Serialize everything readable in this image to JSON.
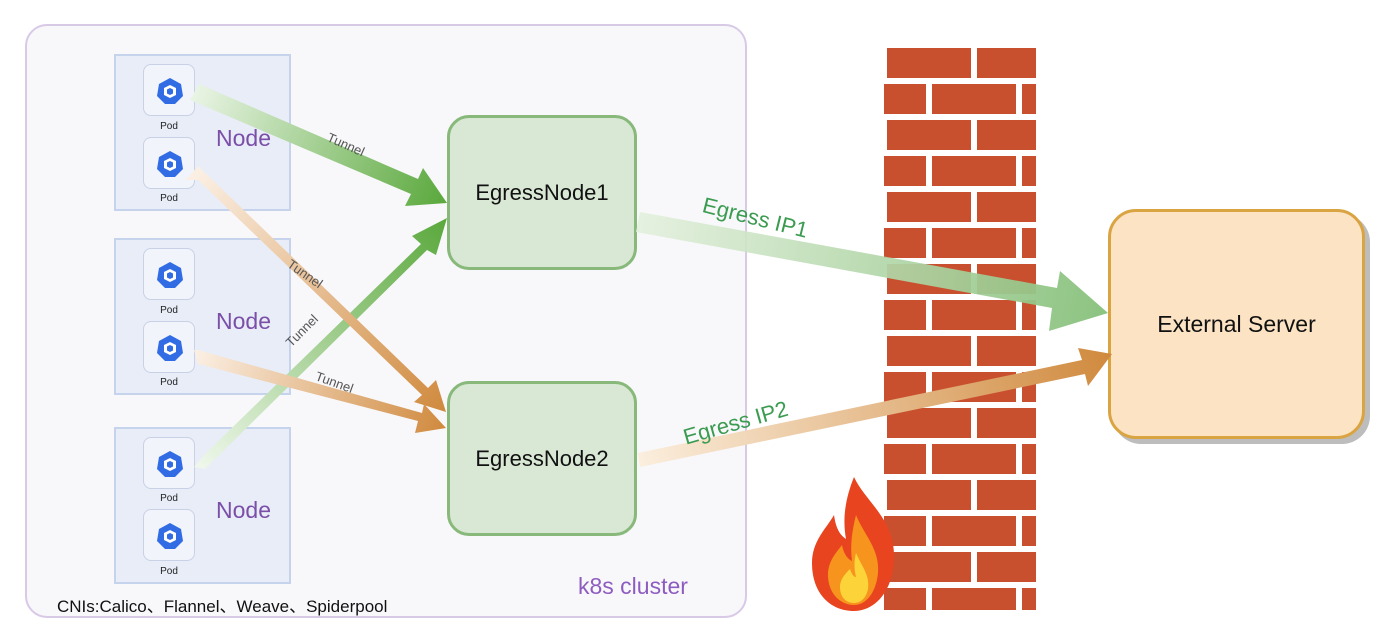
{
  "cluster": {
    "label": "k8s cluster",
    "cni_text": "CNIs:Calico、Flannel、Weave、Spiderpool"
  },
  "nodes": [
    {
      "label": "Node",
      "pods": [
        "Pod",
        "Pod"
      ]
    },
    {
      "label": "Node",
      "pods": [
        "Pod",
        "Pod"
      ]
    },
    {
      "label": "Node",
      "pods": [
        "Pod",
        "Pod"
      ]
    }
  ],
  "egress_nodes": [
    "EgressNode1",
    "EgressNode2"
  ],
  "external_server": "External Server",
  "tunnel_labels": [
    "Tunnel",
    "Tunnel",
    "Tunnel",
    "Tunnel"
  ],
  "egress_ips": [
    "Egress IP1",
    "Egress IP2"
  ],
  "colors": {
    "green_arrow": "#5aa83c",
    "orange_arrow": "#d08a3e",
    "brick": "#c9502f",
    "mortar": "#ffffff",
    "node_label": "#7b4fa8",
    "egress_ip": "#3b9b50"
  },
  "icons": {
    "pod": "kubernetes-pod-icon",
    "fire": "fire-icon"
  }
}
